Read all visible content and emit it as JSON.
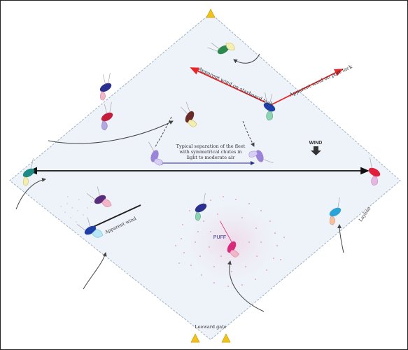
{
  "diagram": {
    "labels": {
      "apparent_starboard": "Apparent wind on starboard tack",
      "apparent_port": "Apparent wind on port tack",
      "separation_line1": "Typical separation of the fleet",
      "separation_line2": "with symmetrical chutes in",
      "separation_line3": "light to moderate air",
      "wind": "WIND",
      "apparent_wind": "Apparent wind",
      "puff": "PUFF",
      "layline": "Layline",
      "leeward_gate": "Leeward gate"
    },
    "colors": {
      "water": "#eef3fa",
      "course_edge": "#9db0c8",
      "apparent_arrow": "#e8262a",
      "fleet_arrow": "#2a2a8c",
      "mark": "#f2c21b",
      "puff_dots": "#d44c8a"
    },
    "icons": [
      "wind-arrow-icon",
      "top-mark-icon",
      "leeward-gate-mark-icon"
    ]
  }
}
